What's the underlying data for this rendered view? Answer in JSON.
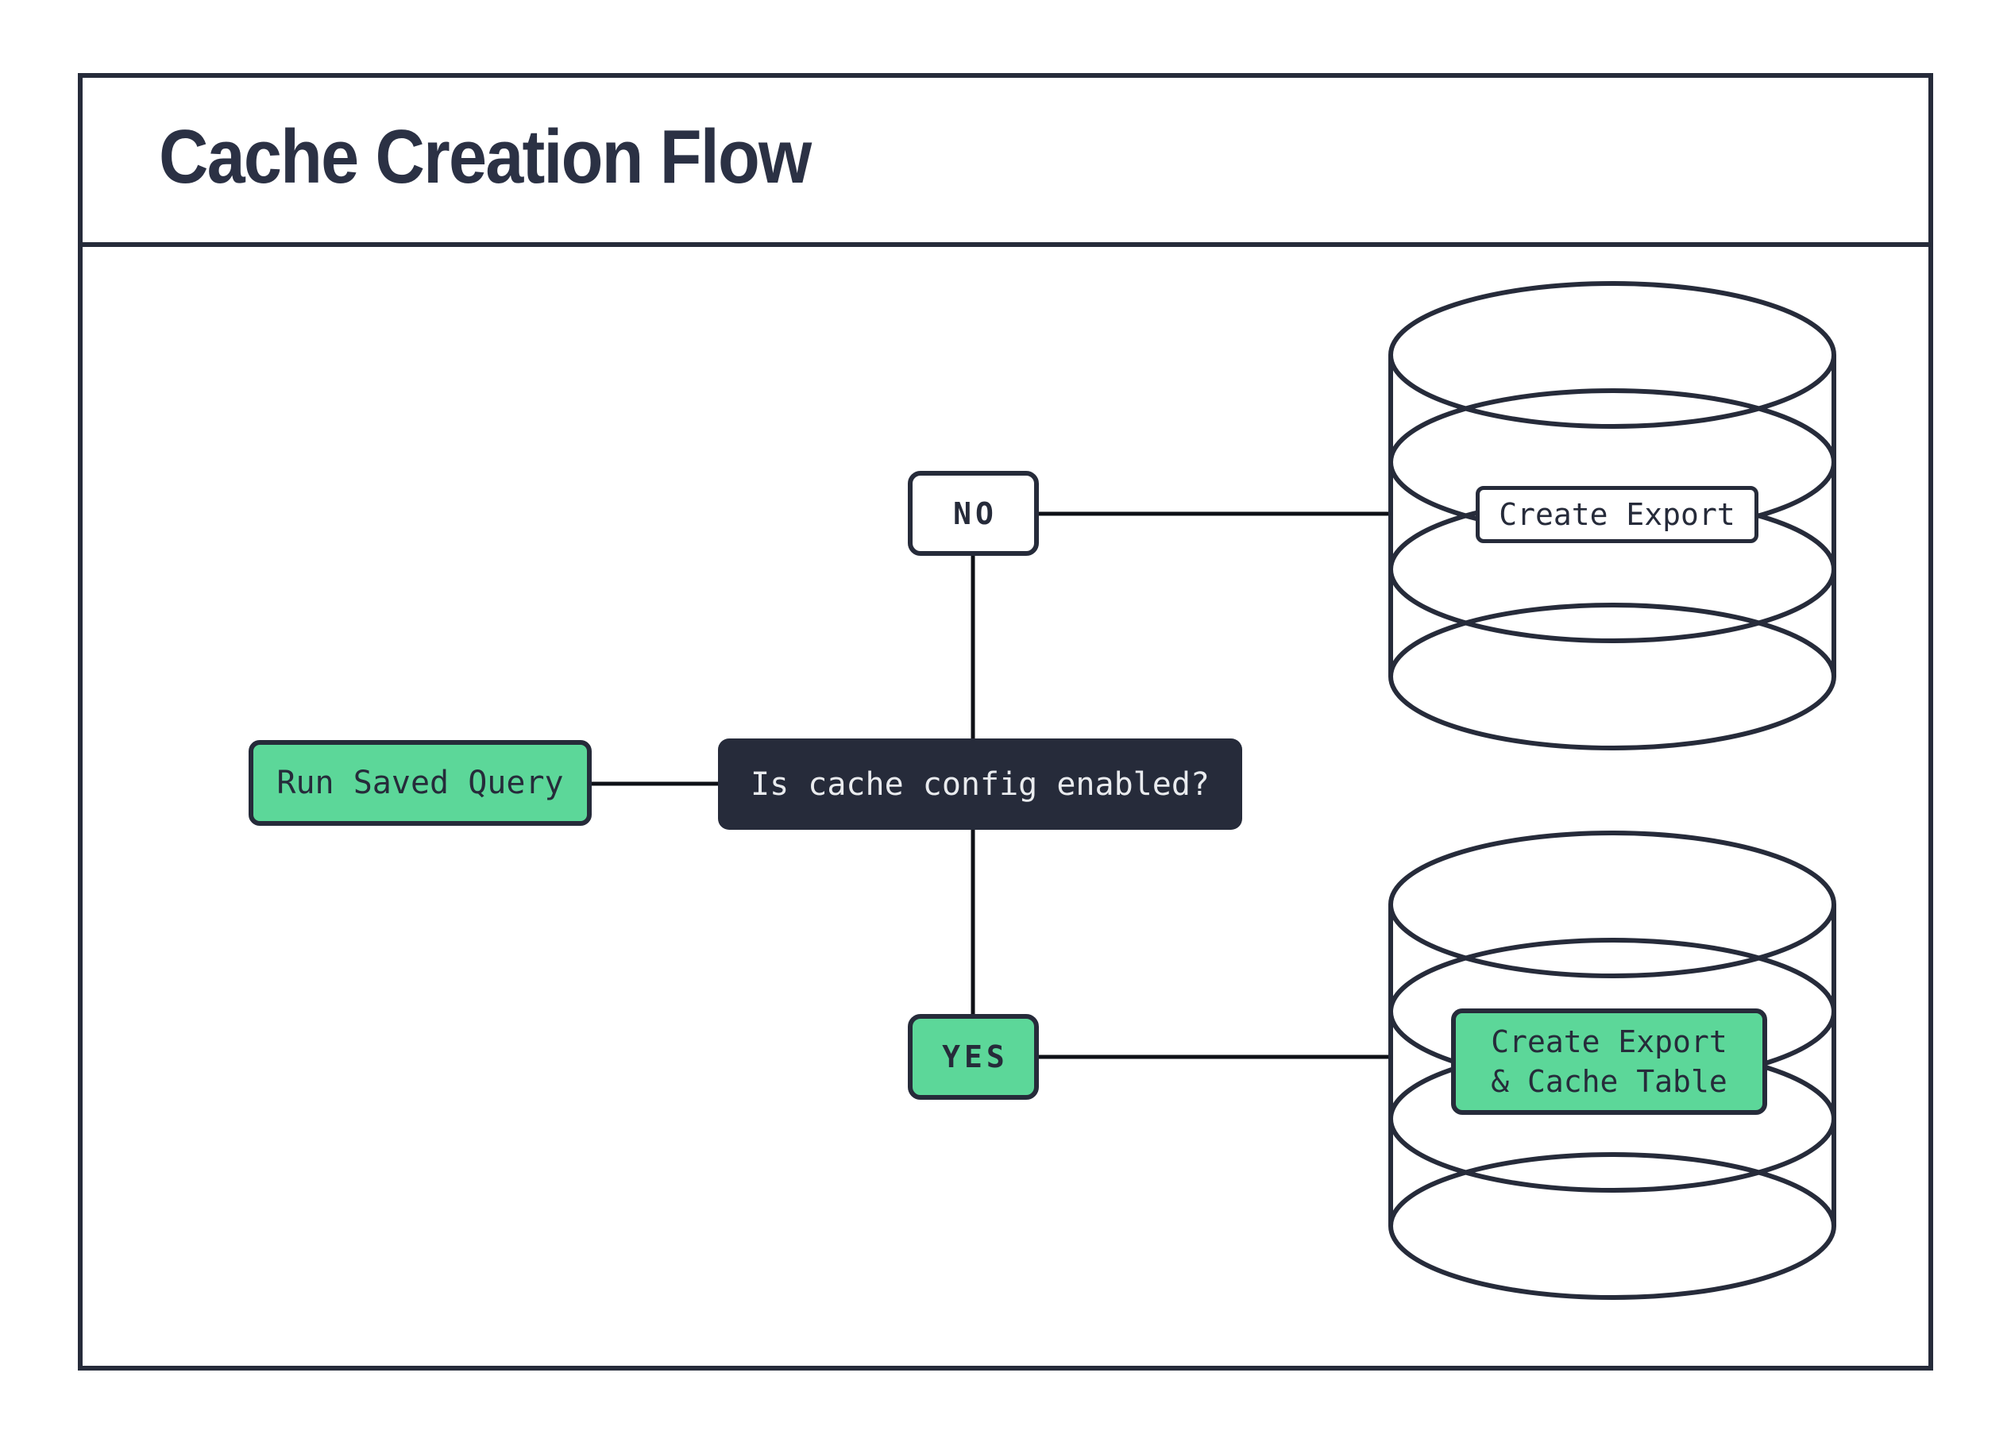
{
  "title": "Cache Creation Flow",
  "diagram": {
    "start_label": "Run Saved Query",
    "decision_label": "Is cache config enabled?",
    "no_label": "NO",
    "yes_label": "YES",
    "no_result_label": "Create Export",
    "yes_result_line1": "Create Export",
    "yes_result_line2": "& Cache Table"
  },
  "icons": {
    "no_branch": "database-icon",
    "yes_branch": "database-icon"
  },
  "colors": {
    "ink": "#262b3a",
    "accent_green": "#5cd799",
    "dark_node_fill": "#262b3a",
    "dark_node_text": "#e9ebee",
    "connector": "#0e1016",
    "background": "#ffffff"
  }
}
